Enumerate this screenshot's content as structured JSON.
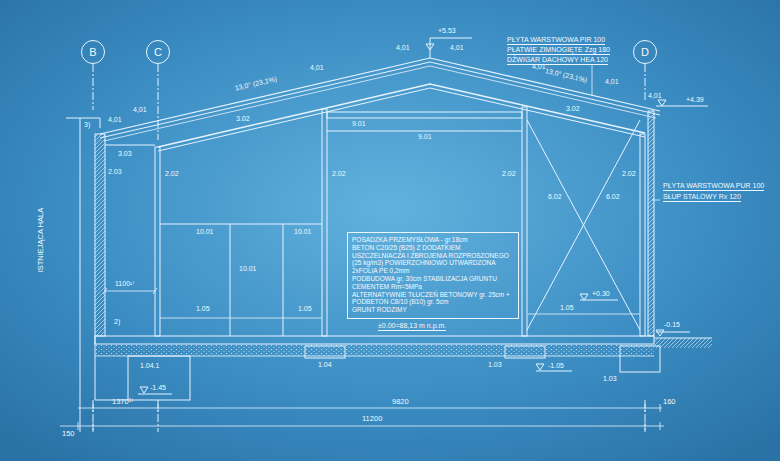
{
  "diagram": {
    "nodes": [
      {
        "text": [
          "B"
        ]
      },
      {
        "text": [
          "C"
        ]
      },
      {
        "text": [
          "D"
        ]
      },
      {
        "text": [
          "POSADZKA PRZEMYSŁOWA - gr.18cm",
          "BETON C20/25 (B25) Z DODATKIEM USZCZELNIACZA I ZBROJENIA ROZPROSZONEGO (25 kg/m3) POWIERZCHNIOWO UTWARDZONA",
          "2xFOLIA PE 0,2mm",
          "PODBUDOWA gr. 30cm STABILIZACJA GRUNTU CEMENTEM Rm=5MPa",
          "ALTERNATYWNIE TŁUCZEŃ BETONOWY gr. 25cm + PODBETON C8/10 (B10) gr. 5cm",
          "GRUNT RODZIMY"
        ]
      }
    ],
    "labels": [
      "+5.53",
      "PŁYTA WARSTWOWA PIR 100",
      "PŁATWIE ZIMNOGIĘTE Zzg 180",
      "DŹWIGAR DACHOWY HEA 120",
      "4,01",
      "4,01",
      "13,0° (23,1%)",
      "4,01",
      "13,0° (23,1%)",
      "4,01",
      "4,01",
      "4,01",
      "4,01",
      "4,01",
      "+4.39",
      "3)",
      "3.02",
      "9.01",
      "3.02",
      "9.01",
      "3.03",
      "2.03",
      "2.02",
      "2.02",
      "2.02",
      "6.02",
      "6.02",
      "2.02",
      "PŁYTA WARSTWOWA PUR 100",
      "SŁUP STALOWY Rx 120",
      "ISTNIEJĄCA HALA",
      "10.01",
      "10.01",
      "10.01",
      "1100¹⁾",
      "1.05",
      "1.05",
      "+0.30",
      "1.05",
      "2)",
      "±0.00=88,13 m n.p.m.",
      "-0.15",
      "1.04.1",
      "1.04",
      "1.03",
      "-1.05",
      "1.03",
      "-1.45",
      "1370¹⁾",
      "150",
      "9820",
      "11200",
      "160"
    ]
  }
}
